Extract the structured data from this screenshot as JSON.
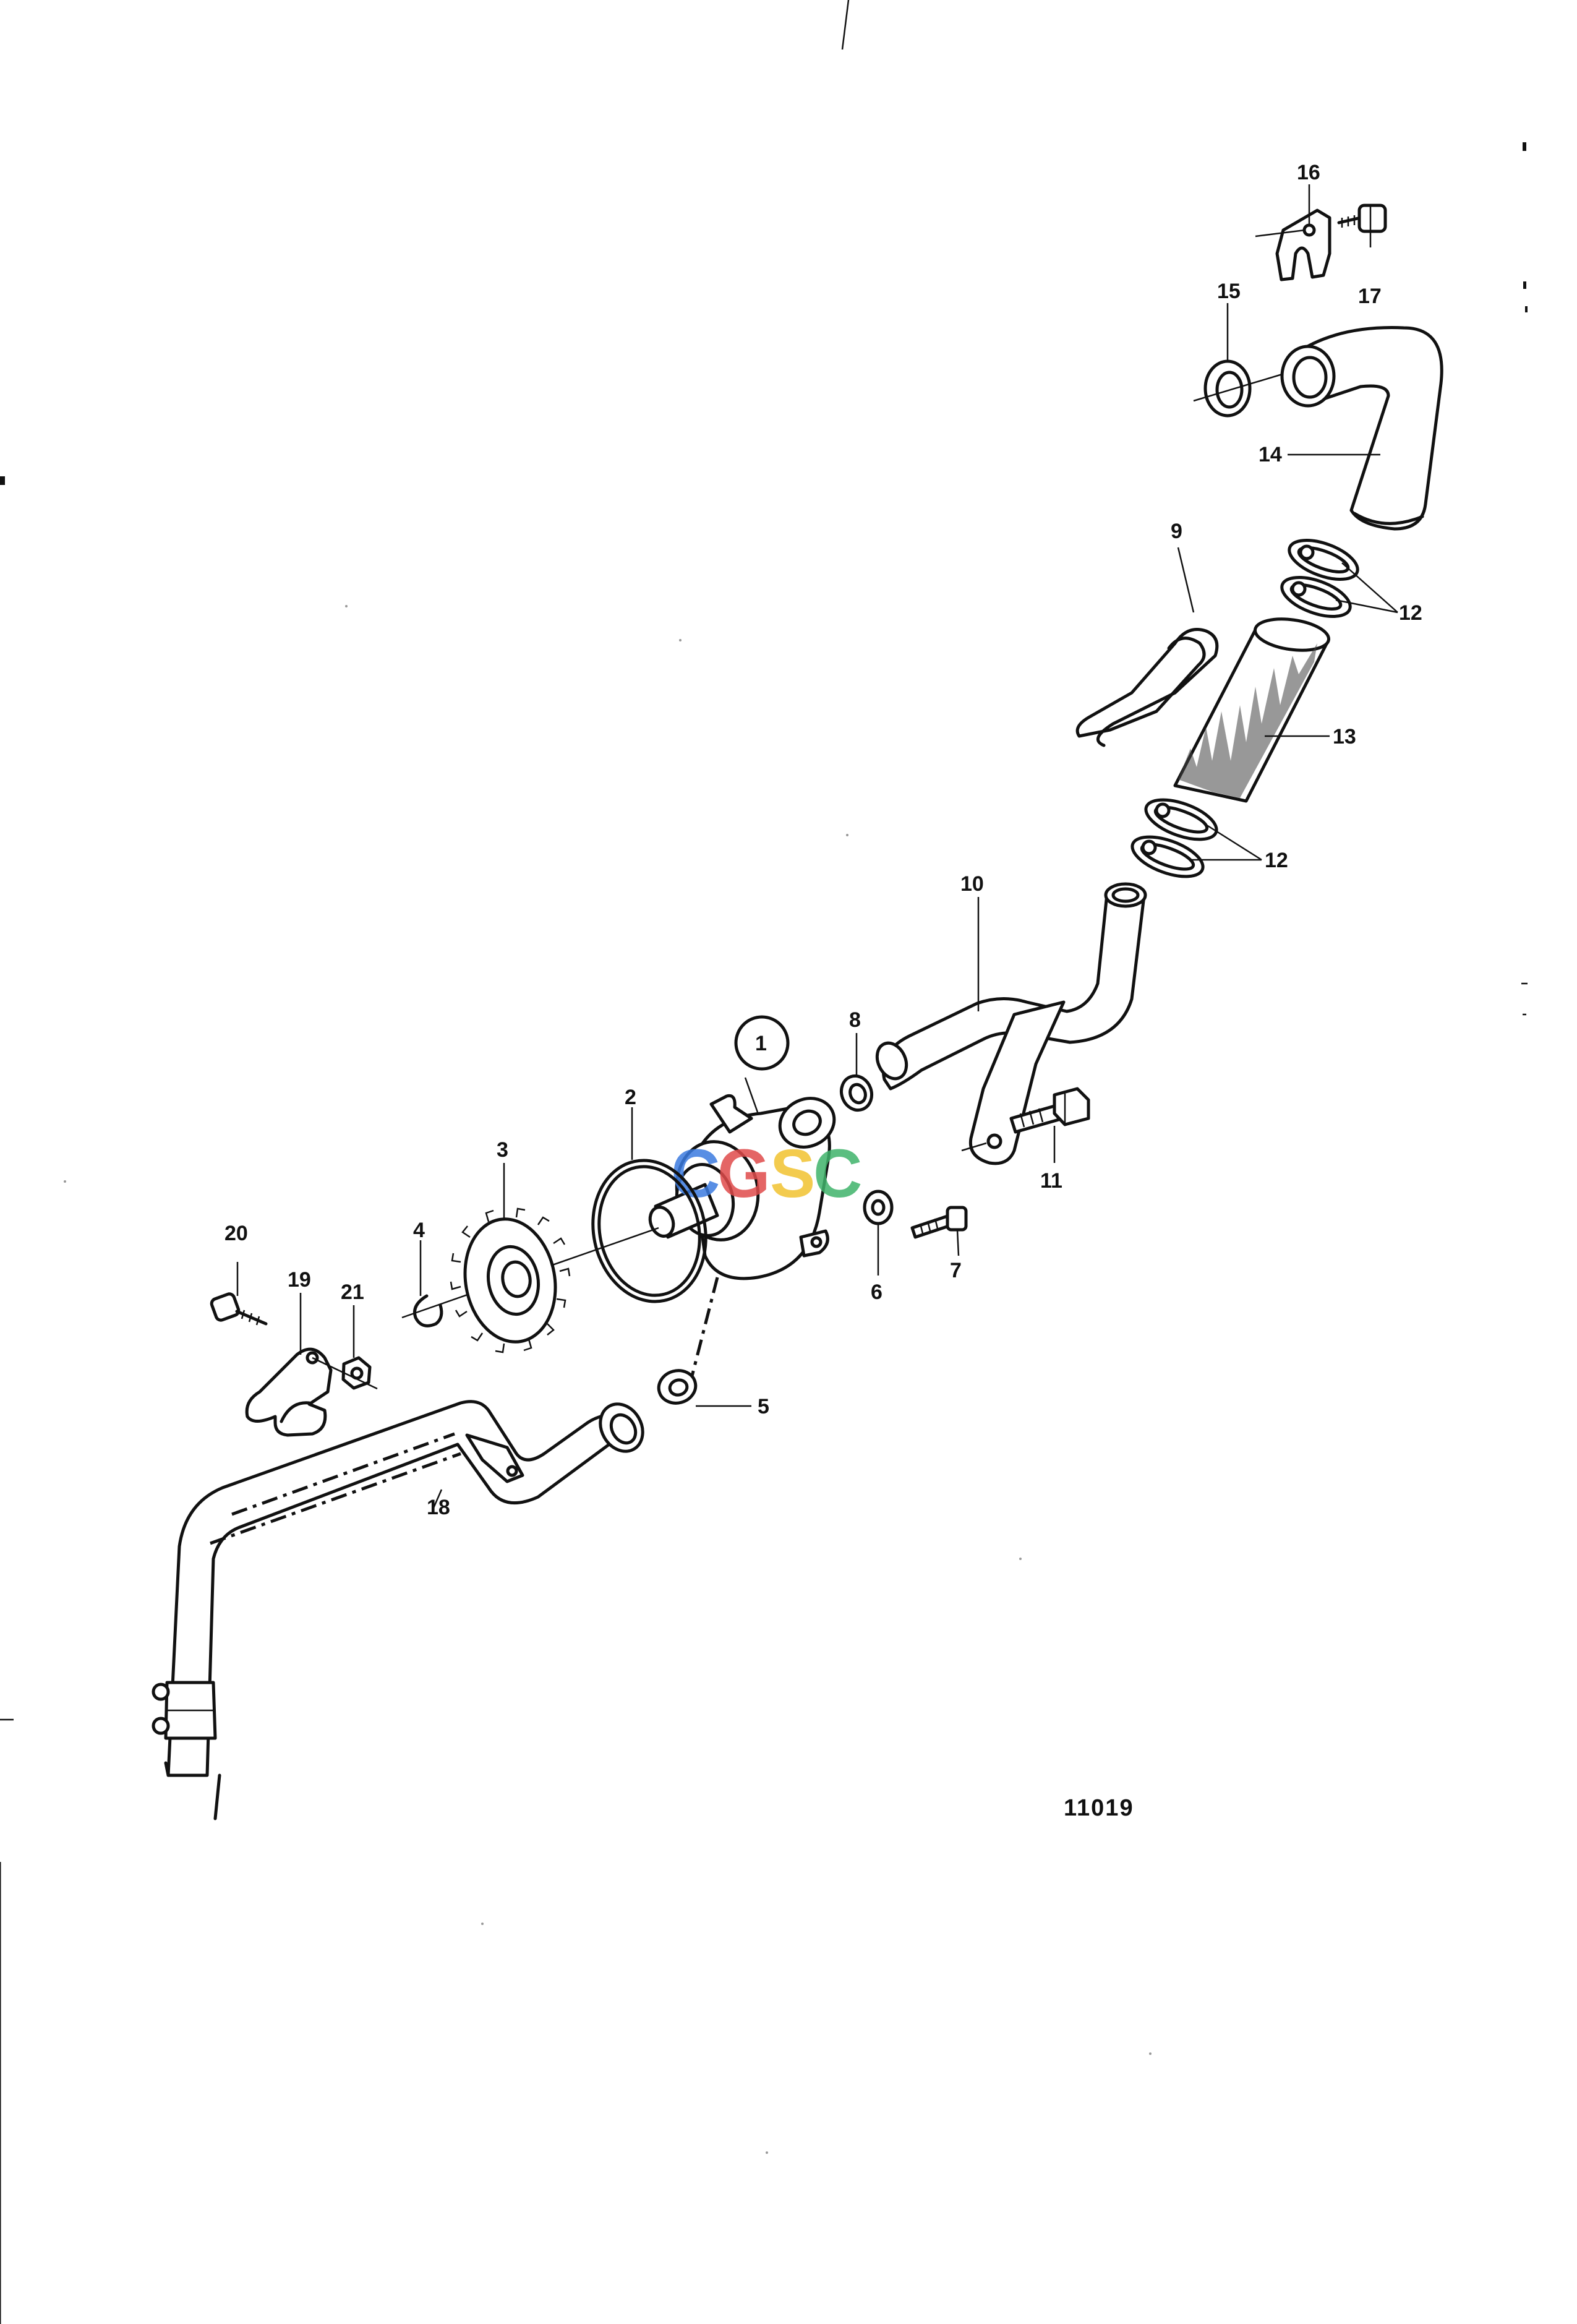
{
  "figure": {
    "number": "11019"
  },
  "watermark": {
    "text": "CGSC",
    "colors": [
      "#3b7be0",
      "#e04b4b",
      "#f2c230",
      "#3fb36b"
    ]
  },
  "callouts": {
    "c1": "1",
    "c2": "2",
    "c3": "3",
    "c4": "4",
    "c5": "5",
    "c6": "6",
    "c7": "7",
    "c8": "8",
    "c9": "9",
    "c10": "10",
    "c11": "11",
    "c12a": "12",
    "c12b": "12",
    "c13": "13",
    "c14": "14",
    "c15": "15",
    "c16": "16",
    "c17": "17",
    "c18": "18",
    "c19": "19",
    "c20": "20",
    "c21": "21"
  }
}
